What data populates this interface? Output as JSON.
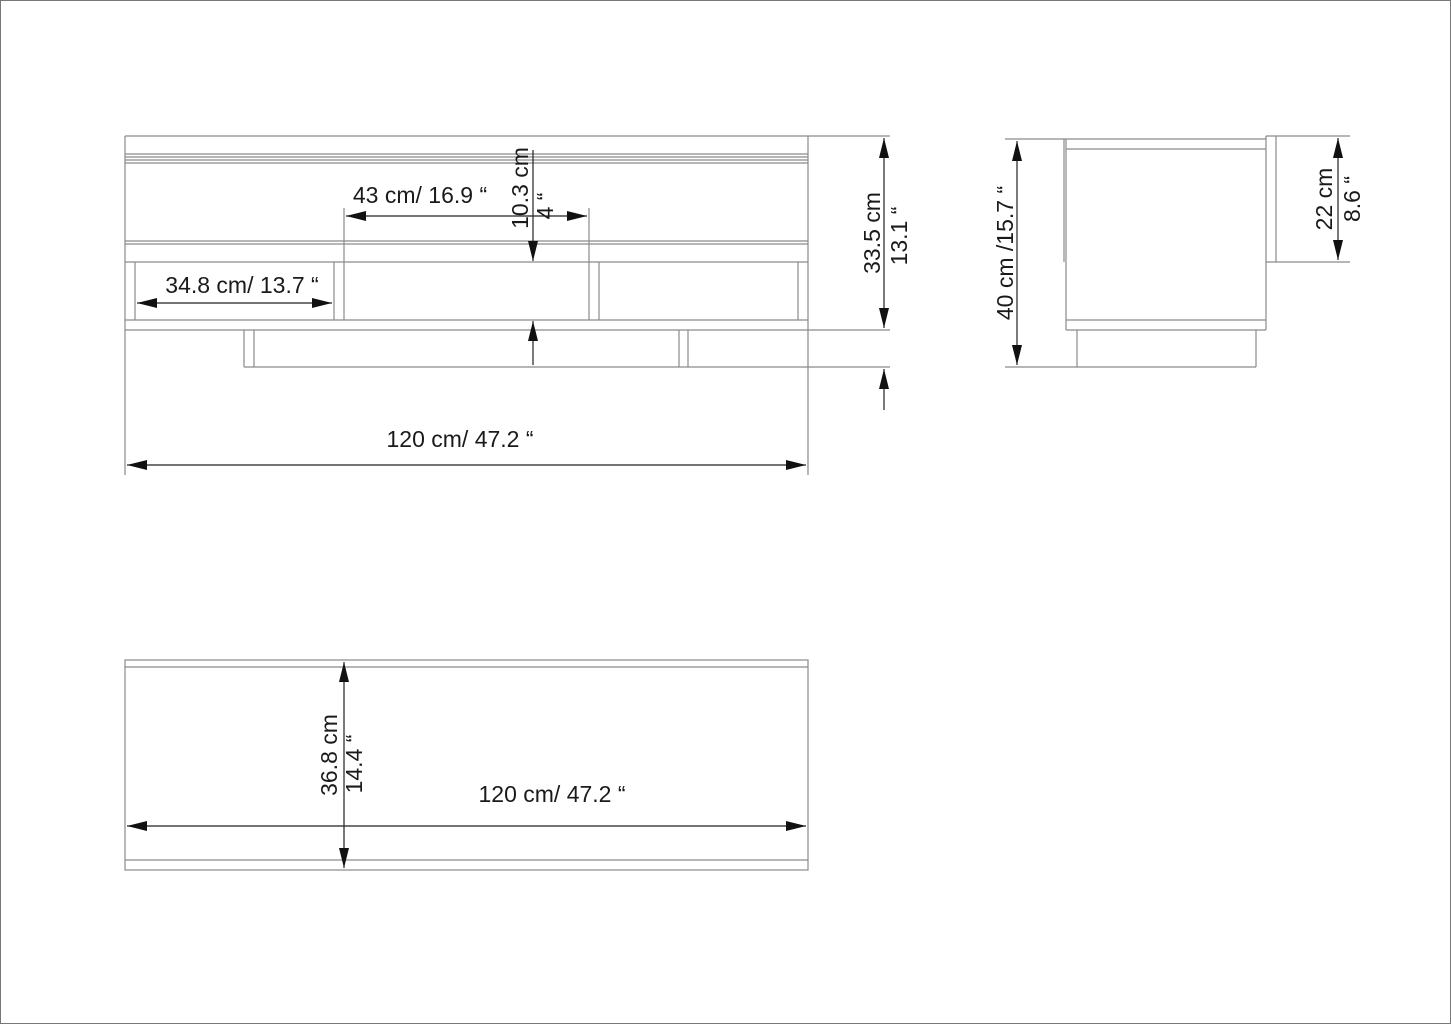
{
  "front_view": {
    "width_label": "120 cm/ 47.2 “",
    "height_cm": "33.5 cm",
    "height_in": "13.1 “",
    "compartment_width_label": "43 cm/ 16.9 “",
    "compartment_height_cm": "10.3 cm",
    "compartment_height_in": "4 “",
    "side_compartment_label": "34.8 cm/ 13.7 “"
  },
  "side_view": {
    "height_label": "40 cm /15.7 “",
    "drawer_height_cm": "22 cm",
    "drawer_height_in": "8.6 “"
  },
  "top_view": {
    "width_label": "120 cm/ 47.2 “",
    "depth_cm": "36.8 cm",
    "depth_in": "14.4 “"
  }
}
